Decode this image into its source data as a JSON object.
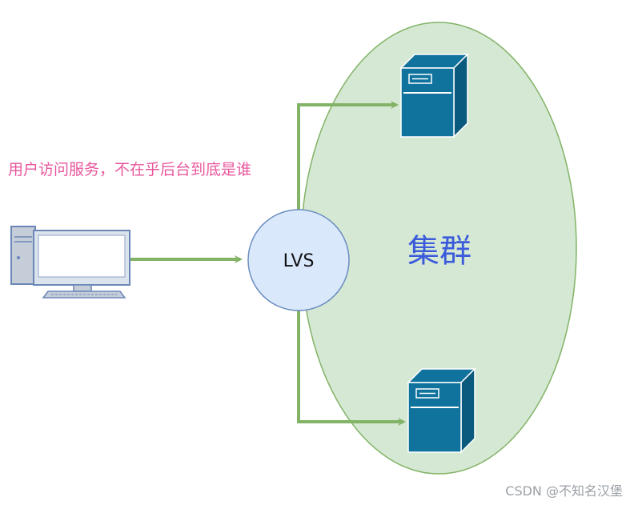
{
  "caption": "用户访问服务，不在乎后台到底是谁",
  "lvs_label": "LVS",
  "cluster_label": "集群",
  "watermark": "CSDN @不知名汉堡",
  "colors": {
    "caption": "#e8579d",
    "cluster_fill": "#d5e8d4",
    "cluster_stroke": "#82b366",
    "lvs_fill": "#dae8fc",
    "lvs_stroke": "#6c8ebf",
    "arrow": "#82b366",
    "cluster_text": "#3b5bdb",
    "server": "#10739e"
  },
  "icons": [
    "desktop-computer-icon",
    "server-icon"
  ]
}
